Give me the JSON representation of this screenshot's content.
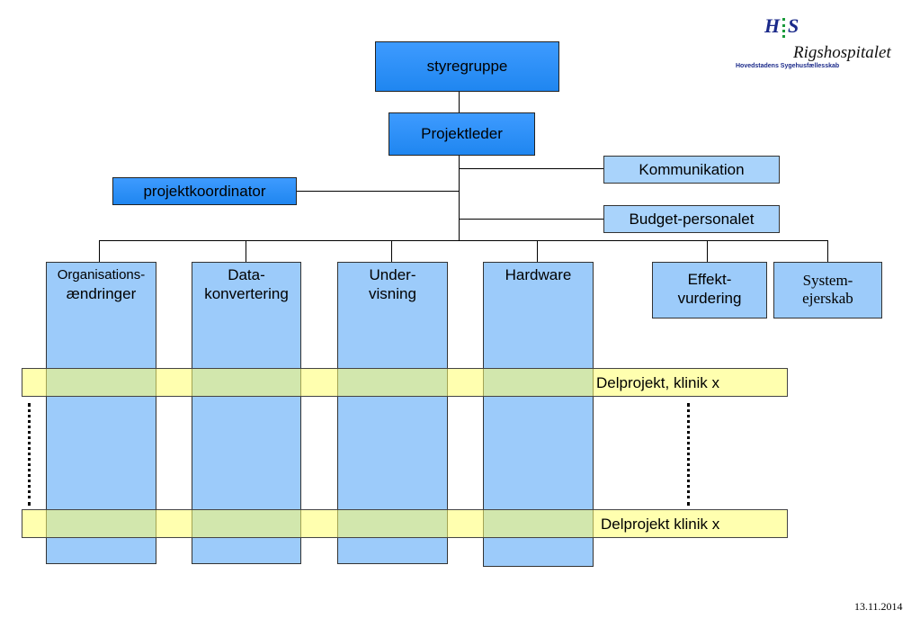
{
  "top": {
    "styregruppe": "styregruppe",
    "projektleder": "Projektleder"
  },
  "side": {
    "kommunikation": "Kommunikation",
    "projektkoordinator": "projektkoordinator",
    "budget": "Budget-personalet"
  },
  "columns": {
    "organisations_1": "Organisations-",
    "organisations_2": "ændringer",
    "data_1": "Data-",
    "data_2": "konvertering",
    "under_1": "Under-",
    "under_2": "visning",
    "hardware": "Hardware",
    "effekt_1": "Effekt-",
    "effekt_2": "vurdering",
    "system_1": "System-",
    "system_2": "ejerskab"
  },
  "bands": {
    "band1": "Delprojekt, klinik x",
    "band2": "Delprojekt klinik x"
  },
  "logo": {
    "mark_h": "H",
    "mark_s": "S",
    "name": "Rigshospitalet",
    "tagline": "Hovedstadens Sygehusfællesskab"
  },
  "footer": {
    "date": "13.11.2014"
  }
}
